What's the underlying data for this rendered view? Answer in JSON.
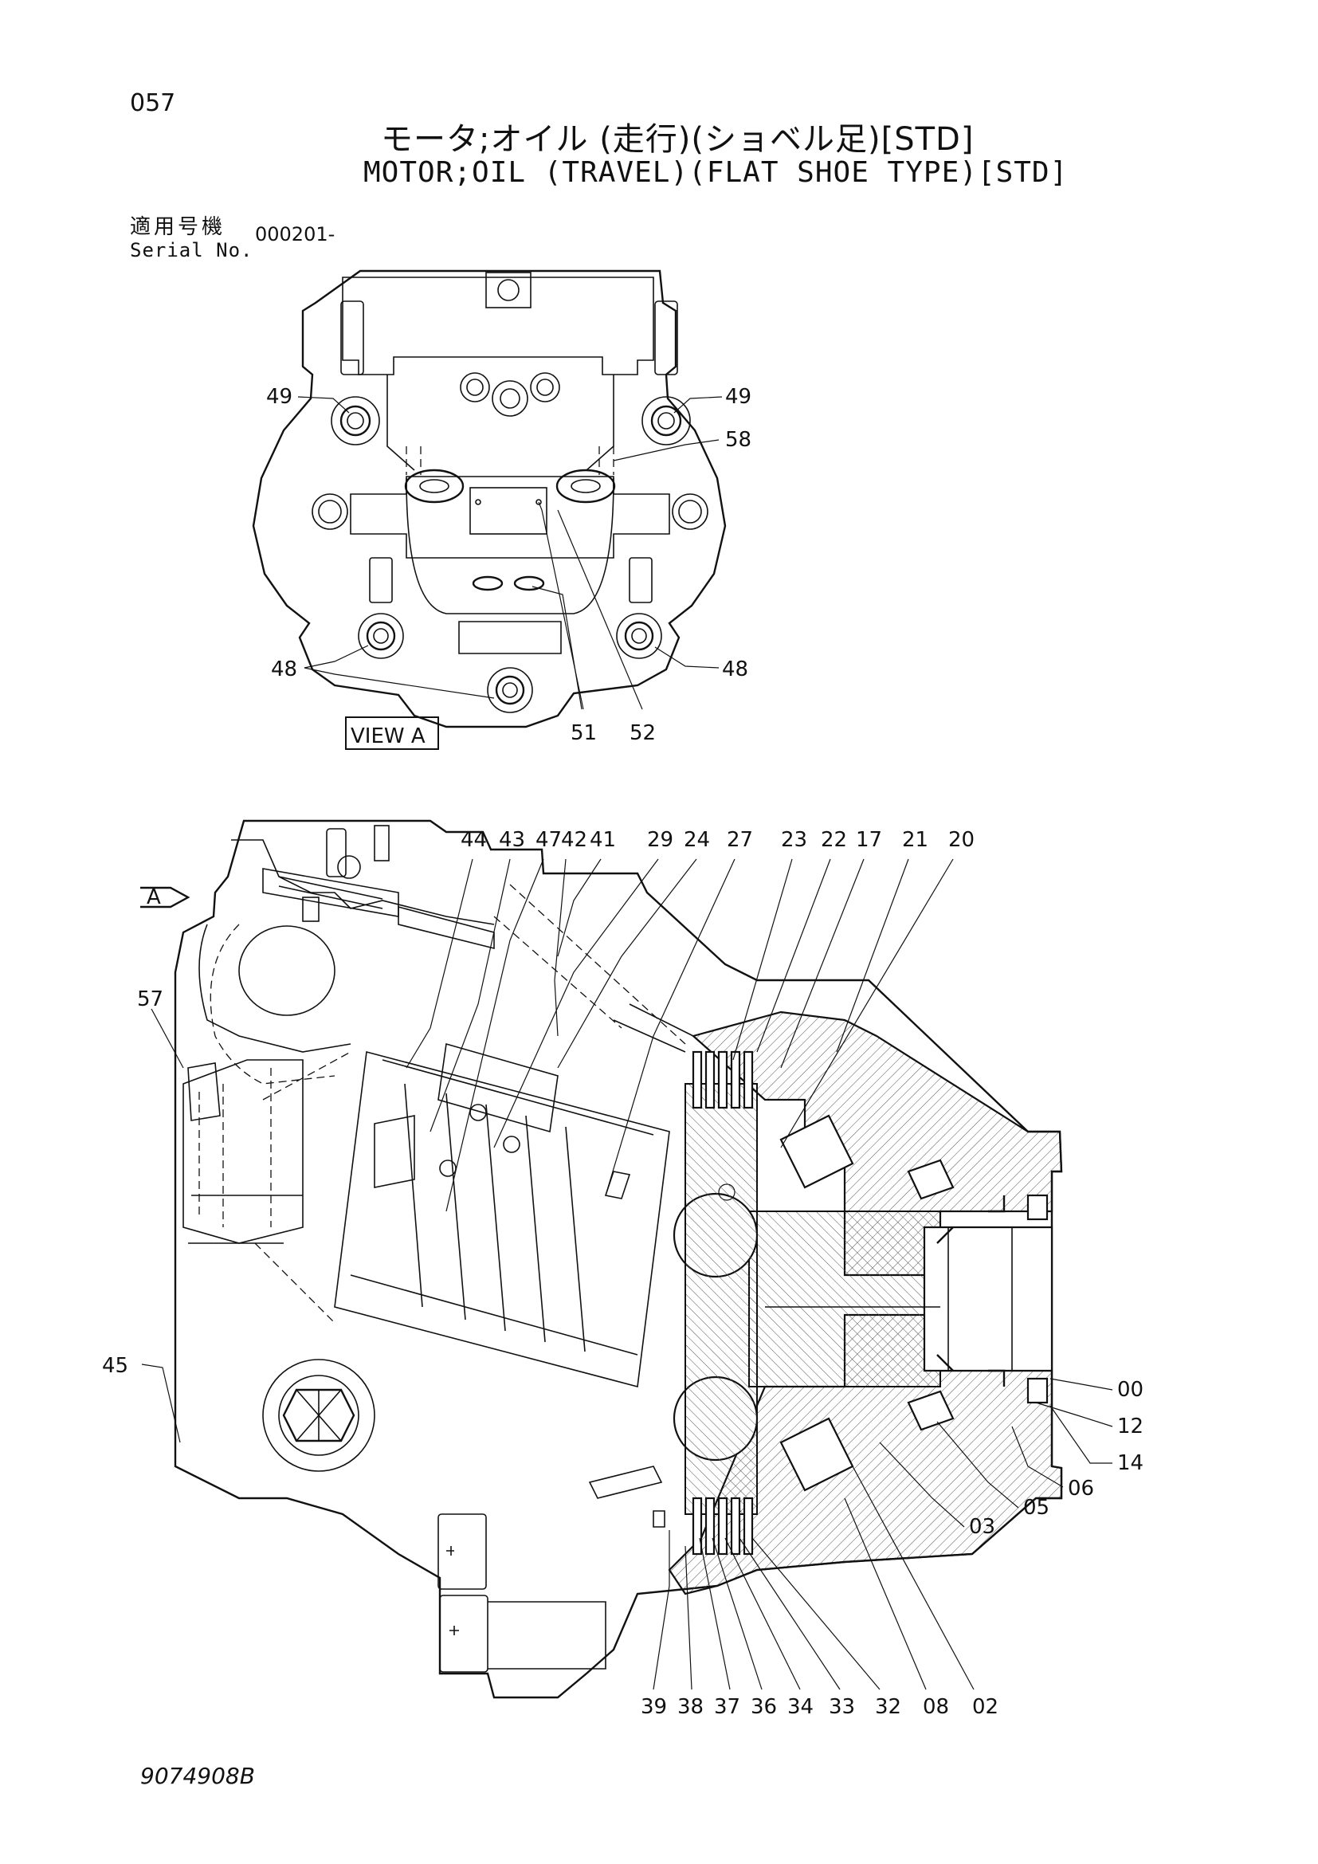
{
  "header": {
    "page_number": "057",
    "title_jp": "モータ;オイル (走行)(ショベル足)[STD]",
    "title_en": "MOTOR;OIL (TRAVEL)(FLAT SHOE TYPE)[STD]",
    "serial_label_jp": "適用号機",
    "serial_label_en": "Serial No.",
    "serial_value": "000201-"
  },
  "view_a": {
    "view_label": "VIEW A",
    "callouts": [
      "49",
      "49",
      "58",
      "48",
      "48",
      "51",
      "52"
    ]
  },
  "section": {
    "arrow_label": "A",
    "top_callouts": [
      "44",
      "43",
      "47",
      "42",
      "41",
      "29",
      "24",
      "27",
      "23",
      "22",
      "17",
      "21",
      "20"
    ],
    "left_callouts": [
      "57",
      "45"
    ],
    "right_callouts": [
      "00",
      "12",
      "14",
      "06",
      "05",
      "03"
    ],
    "bottom_callouts": [
      "39",
      "38",
      "37",
      "36",
      "34",
      "33",
      "32",
      "08",
      "02"
    ]
  },
  "footer": {
    "drawing_number": "9074908B"
  }
}
